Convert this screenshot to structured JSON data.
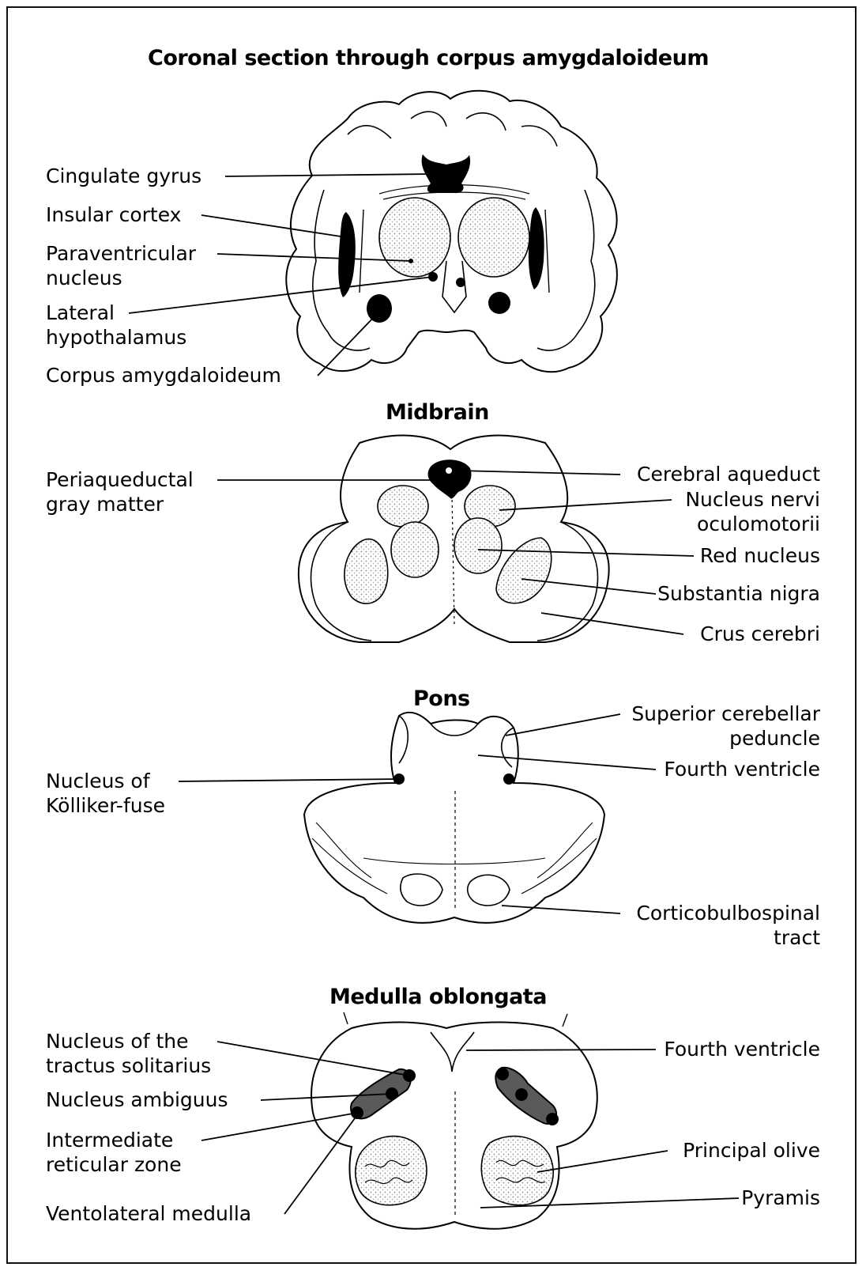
{
  "colors": {
    "ink": "#000000",
    "stipple": "#d6d6d6",
    "nucleus_fill": "#5a5a5a",
    "background": "#ffffff"
  },
  "sections": {
    "coronal": {
      "title": "Coronal section through corpus amygdaloideum",
      "labels": {
        "cingulate": "Cingulate gyrus",
        "insular": "Insular cortex",
        "paraventricular": "Paraventricular\nnucleus",
        "lateral_hypo": "Lateral\nhypothalamus",
        "amygdala": "Corpus amygdaloideum"
      }
    },
    "midbrain": {
      "title": "Midbrain",
      "labels": {
        "periaqueductal": "Periaqueductal\ngray matter",
        "aqueduct": "Cerebral aqueduct",
        "oculomotor": "Nucleus nervi\noculomotorii",
        "red_nucleus": "Red nucleus",
        "substantia_nigra": "Substantia nigra",
        "crus": "Crus cerebri"
      }
    },
    "pons": {
      "title": "Pons",
      "labels": {
        "sup_cerebellar": "Superior cerebellar\npeduncle",
        "fourth_ventricle": "Fourth ventricle",
        "kolliker": "Nucleus of\nKölliker-fuse",
        "corticobulbospinal": "Corticobulbospinal\ntract"
      }
    },
    "medulla": {
      "title": "Medulla oblongata",
      "labels": {
        "solitarius": "Nucleus of the\ntractus solitarius",
        "fourth_ventricle": "Fourth ventricle",
        "ambiguus": "Nucleus ambiguus",
        "intermediate": "Intermediate\nreticular zone",
        "principal_olive": "Principal olive",
        "ventrolateral": "Ventolateral medulla",
        "pyramis": "Pyramis"
      }
    }
  }
}
